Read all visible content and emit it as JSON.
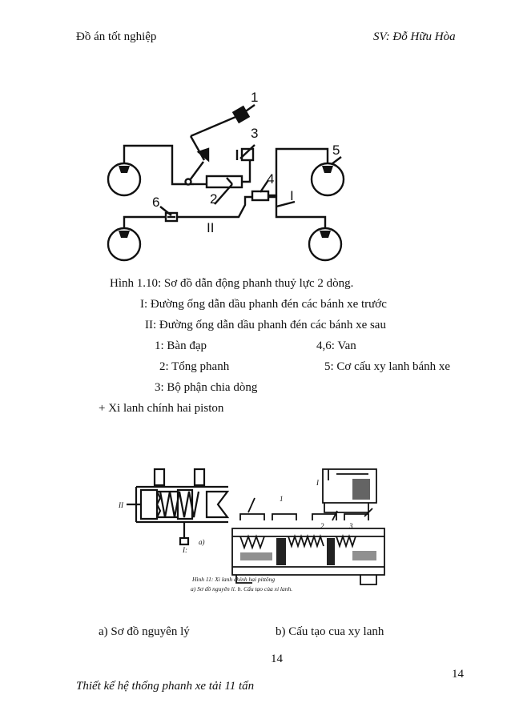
{
  "header": {
    "left": "Đồ án tốt nghiệp",
    "right": "SV: Đỗ Hữu Hòa"
  },
  "figure1": {
    "labels": {
      "n1": "1",
      "n2": "2",
      "n3": "3",
      "n4": "4",
      "n5": "5",
      "n6": "6",
      "I": "I",
      "II": "II"
    },
    "caption": "Hình 1.10: Sơ đồ dẫn động phanh thuỷ lực 2 dòng.",
    "notes": [
      "I: Đường ống dẫn dầu phanh đén các bánh xe trước",
      "II: Đường ống dẫn dầu phanh đén các bánh xe sau"
    ],
    "legend_left": [
      "1: Bàn đạp",
      "2: Tổng phanh",
      "3: Bộ phận chia dòng"
    ],
    "legend_right": [
      "4,6: Van",
      "5: Cơ cấu xy lanh bánh xe"
    ]
  },
  "section": "+ Xi lanh chính hai piston",
  "figure2": {
    "inner": {
      "roman_II": "II",
      "roman_I_left": "I:",
      "label_a": "a)",
      "label_I": "I",
      "label_1": "1",
      "label_2": "2",
      "label_3": "3",
      "caption_line1": "Hình 11: Xi lanh chính hai pittông",
      "caption_line2": "a) Sơ đồ nguyên lí. b. Cấu tạo của xi lanh."
    },
    "sub_a": "a) Sơ đồ nguyên lý",
    "sub_b": "b) Cấu tạo cua xy lanh"
  },
  "page_number_center": "14",
  "page_number_right": "14",
  "footer": "Thiết kế hệ thống phanh xe tải 11 tấn"
}
